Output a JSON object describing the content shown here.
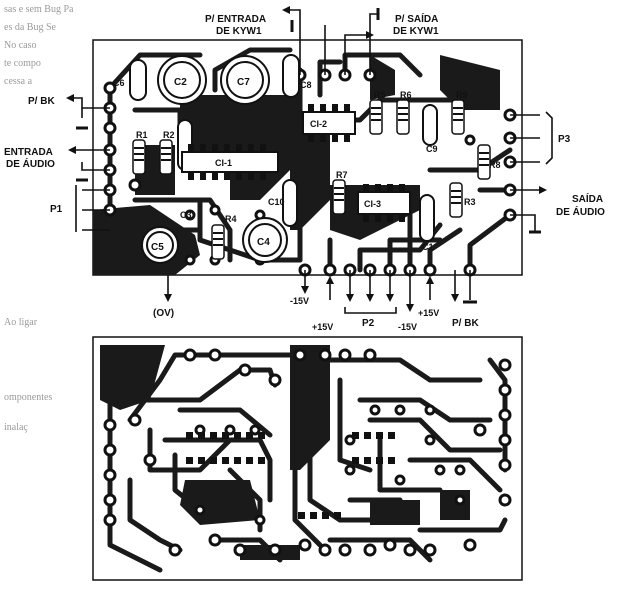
{
  "top_labels": {
    "entrada_kyw1": [
      "P/ ENTRADA",
      "DE KYW1"
    ],
    "saida_kyw1": [
      "P/ SAÍDA",
      "DE KYW1"
    ],
    "bk_left": "P/ BK",
    "entrada_audio": [
      "ENTRADA",
      "DE ÁUDIO"
    ],
    "p1": "P1",
    "p3": "P3",
    "saida_audio": [
      "SAÍDA",
      "DE ÁUDIO"
    ],
    "ov": "(OV)",
    "p2": "P2",
    "bk_bottom": "P/ BK",
    "supply": [
      "-15V",
      "+15V",
      "-15V",
      "+15V"
    ]
  },
  "components": {
    "c6": "C6",
    "c2": "C2",
    "c7": "C7",
    "c8": "C8",
    "r1": "R1",
    "r2": "R2",
    "ci1": "CI-1",
    "ci2": "CI-2",
    "ci3": "CI-3",
    "r5": "R5",
    "r6": "R6",
    "r9": "R9",
    "c9": "C9",
    "r8": "R8",
    "r7": "R7",
    "r3": "R3",
    "c1": "C1",
    "c5": "C5",
    "c3": "C3",
    "r4": "R4",
    "c4": "C4",
    "c10": "C10"
  },
  "background_text": [
    "sas e sem Bug Pa",
    "es da Bug Se",
    "No caso",
    "te compo",
    "cessa a",
    "Ao ligar",
    "omponentes",
    "inalaç"
  ]
}
